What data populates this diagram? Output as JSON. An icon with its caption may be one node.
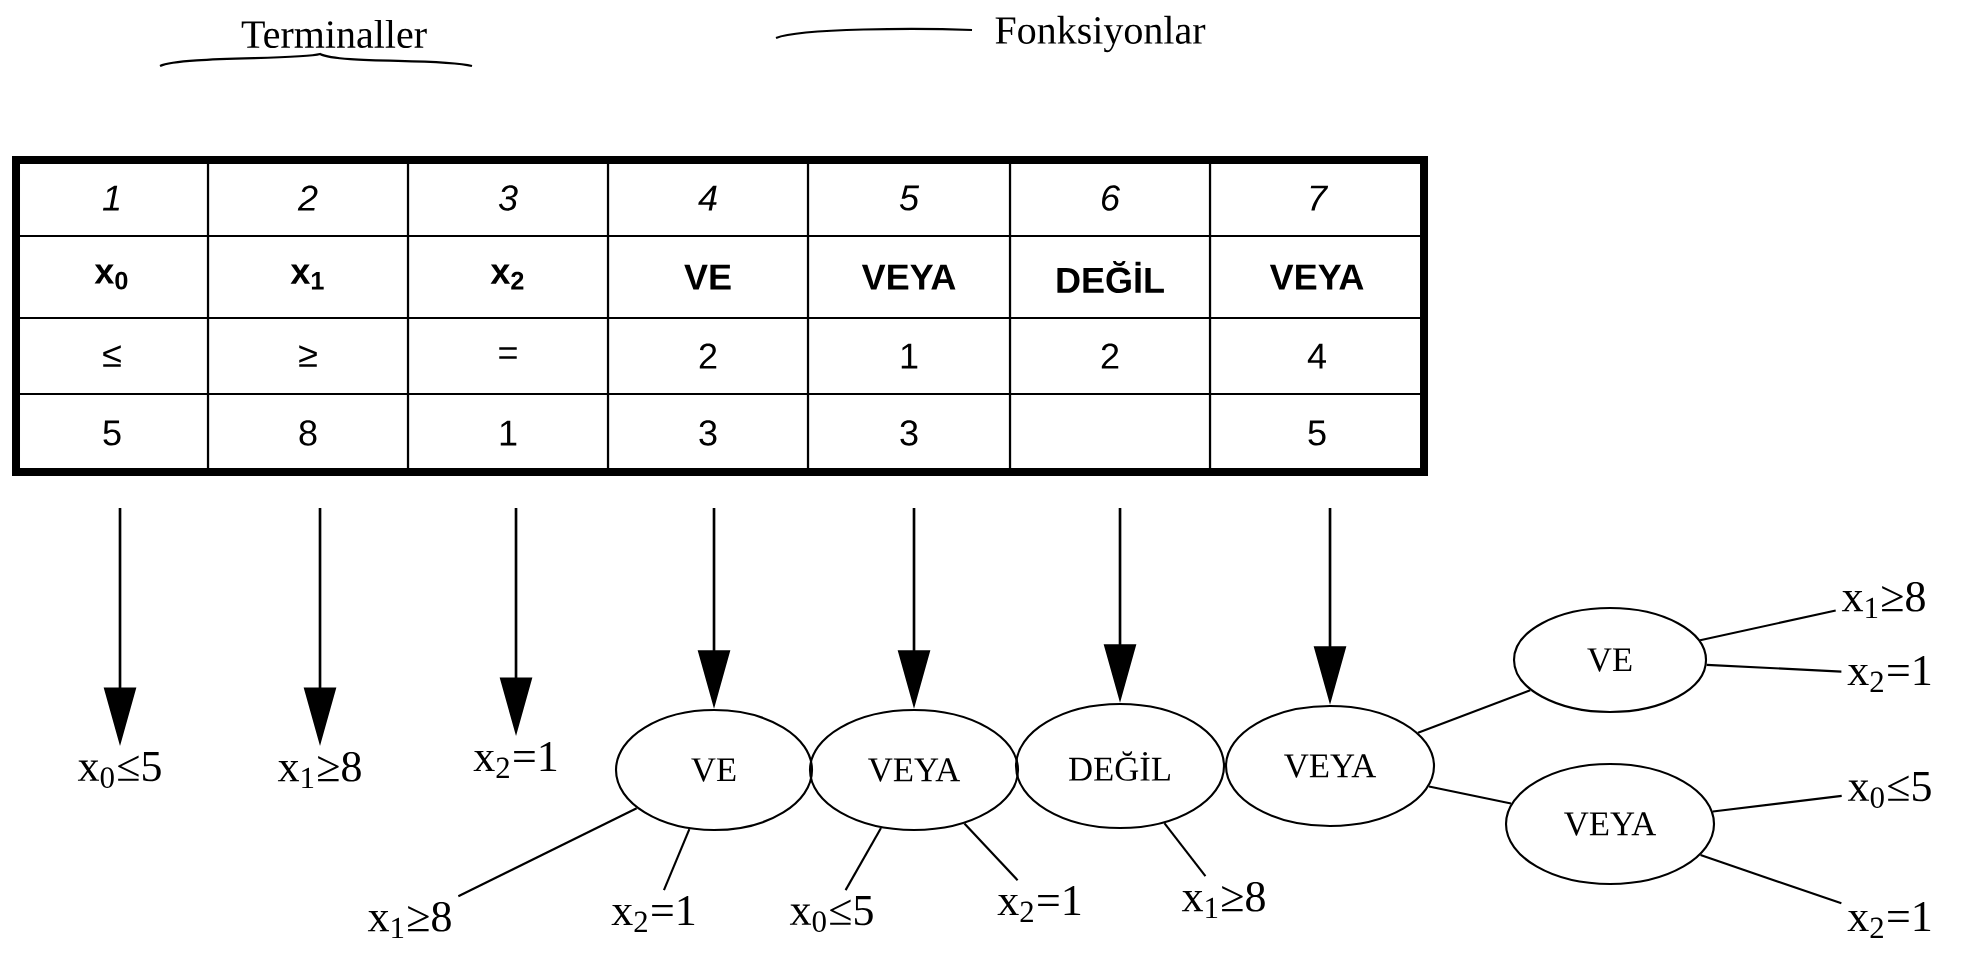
{
  "diagram": {
    "nodes": [
      {
        "text": [
          "x$_{0}$≤5"
        ]
      },
      {
        "text": [
          "x$_{1}$≥8"
        ]
      },
      {
        "text": [
          "x$_{2}$=1"
        ]
      },
      {
        "text": [
          "VE"
        ]
      },
      {
        "text": [
          "VEYA"
        ]
      },
      {
        "text": [
          "DEĞİL"
        ]
      },
      {
        "text": [
          "VEYA"
        ]
      },
      {
        "text": [
          "VE"
        ]
      },
      {
        "text": [
          "x$_{1}$≥8"
        ]
      },
      {
        "text": [
          "x$_{2}$=1"
        ]
      },
      {
        "text": [
          "VEYA"
        ]
      },
      {
        "text": [
          "x$_{0}$≤5"
        ]
      },
      {
        "text": [
          "x$_{2}$=1"
        ]
      },
      {
        "text": [
          "x$_{1}$≥8"
        ]
      },
      {
        "text": [
          "x$_{2}$=1"
        ]
      },
      {
        "text": [
          "x$_{0}$≤5"
        ]
      },
      {
        "text": [
          "x$_{2}$=1"
        ]
      },
      {
        "text": [
          "x$_{1}$≥8"
        ]
      }
    ],
    "edges": [
      {
        "from": null,
        "to": 0,
        "arrow": "to"
      },
      {
        "from": null,
        "to": 1,
        "arrow": "to"
      },
      {
        "from": null,
        "to": 2,
        "arrow": "to"
      },
      {
        "from": null,
        "to": 3,
        "arrow": "to"
      },
      {
        "from": null,
        "to": 4,
        "arrow": "to"
      },
      {
        "from": null,
        "to": 5,
        "arrow": "to"
      },
      {
        "from": null,
        "to": 6,
        "arrow": "to"
      },
      {
        "from": 3,
        "to": 13,
        "arrow": "none"
      },
      {
        "from": 3,
        "to": 14,
        "arrow": "none"
      },
      {
        "from": 4,
        "to": 15,
        "arrow": "none"
      },
      {
        "from": 4,
        "to": 16,
        "arrow": "none"
      },
      {
        "from": 5,
        "to": 17,
        "arrow": "none"
      },
      {
        "from": 6,
        "to": 7,
        "arrow": "none"
      },
      {
        "from": 6,
        "to": 10,
        "arrow": "none"
      },
      {
        "from": 7,
        "to": 8,
        "arrow": "none"
      },
      {
        "from": 7,
        "to": 9,
        "arrow": "none"
      },
      {
        "from": 10,
        "to": 11,
        "arrow": "none"
      },
      {
        "from": 10,
        "to": 12,
        "arrow": "none"
      }
    ],
    "labels": [
      "Terminaller",
      "Fonksiyonlar",
      "1",
      "2",
      "3",
      "4",
      "5",
      "6",
      "7",
      "x$_{0}$",
      "x$_{1}$",
      "x$_{2}$",
      "VE",
      "VEYA",
      "DEĞİL",
      "VEYA",
      "≤",
      "≥",
      "=",
      "2",
      "1",
      "2",
      "4",
      "5",
      "8",
      "1",
      "3",
      "3",
      "5"
    ]
  }
}
